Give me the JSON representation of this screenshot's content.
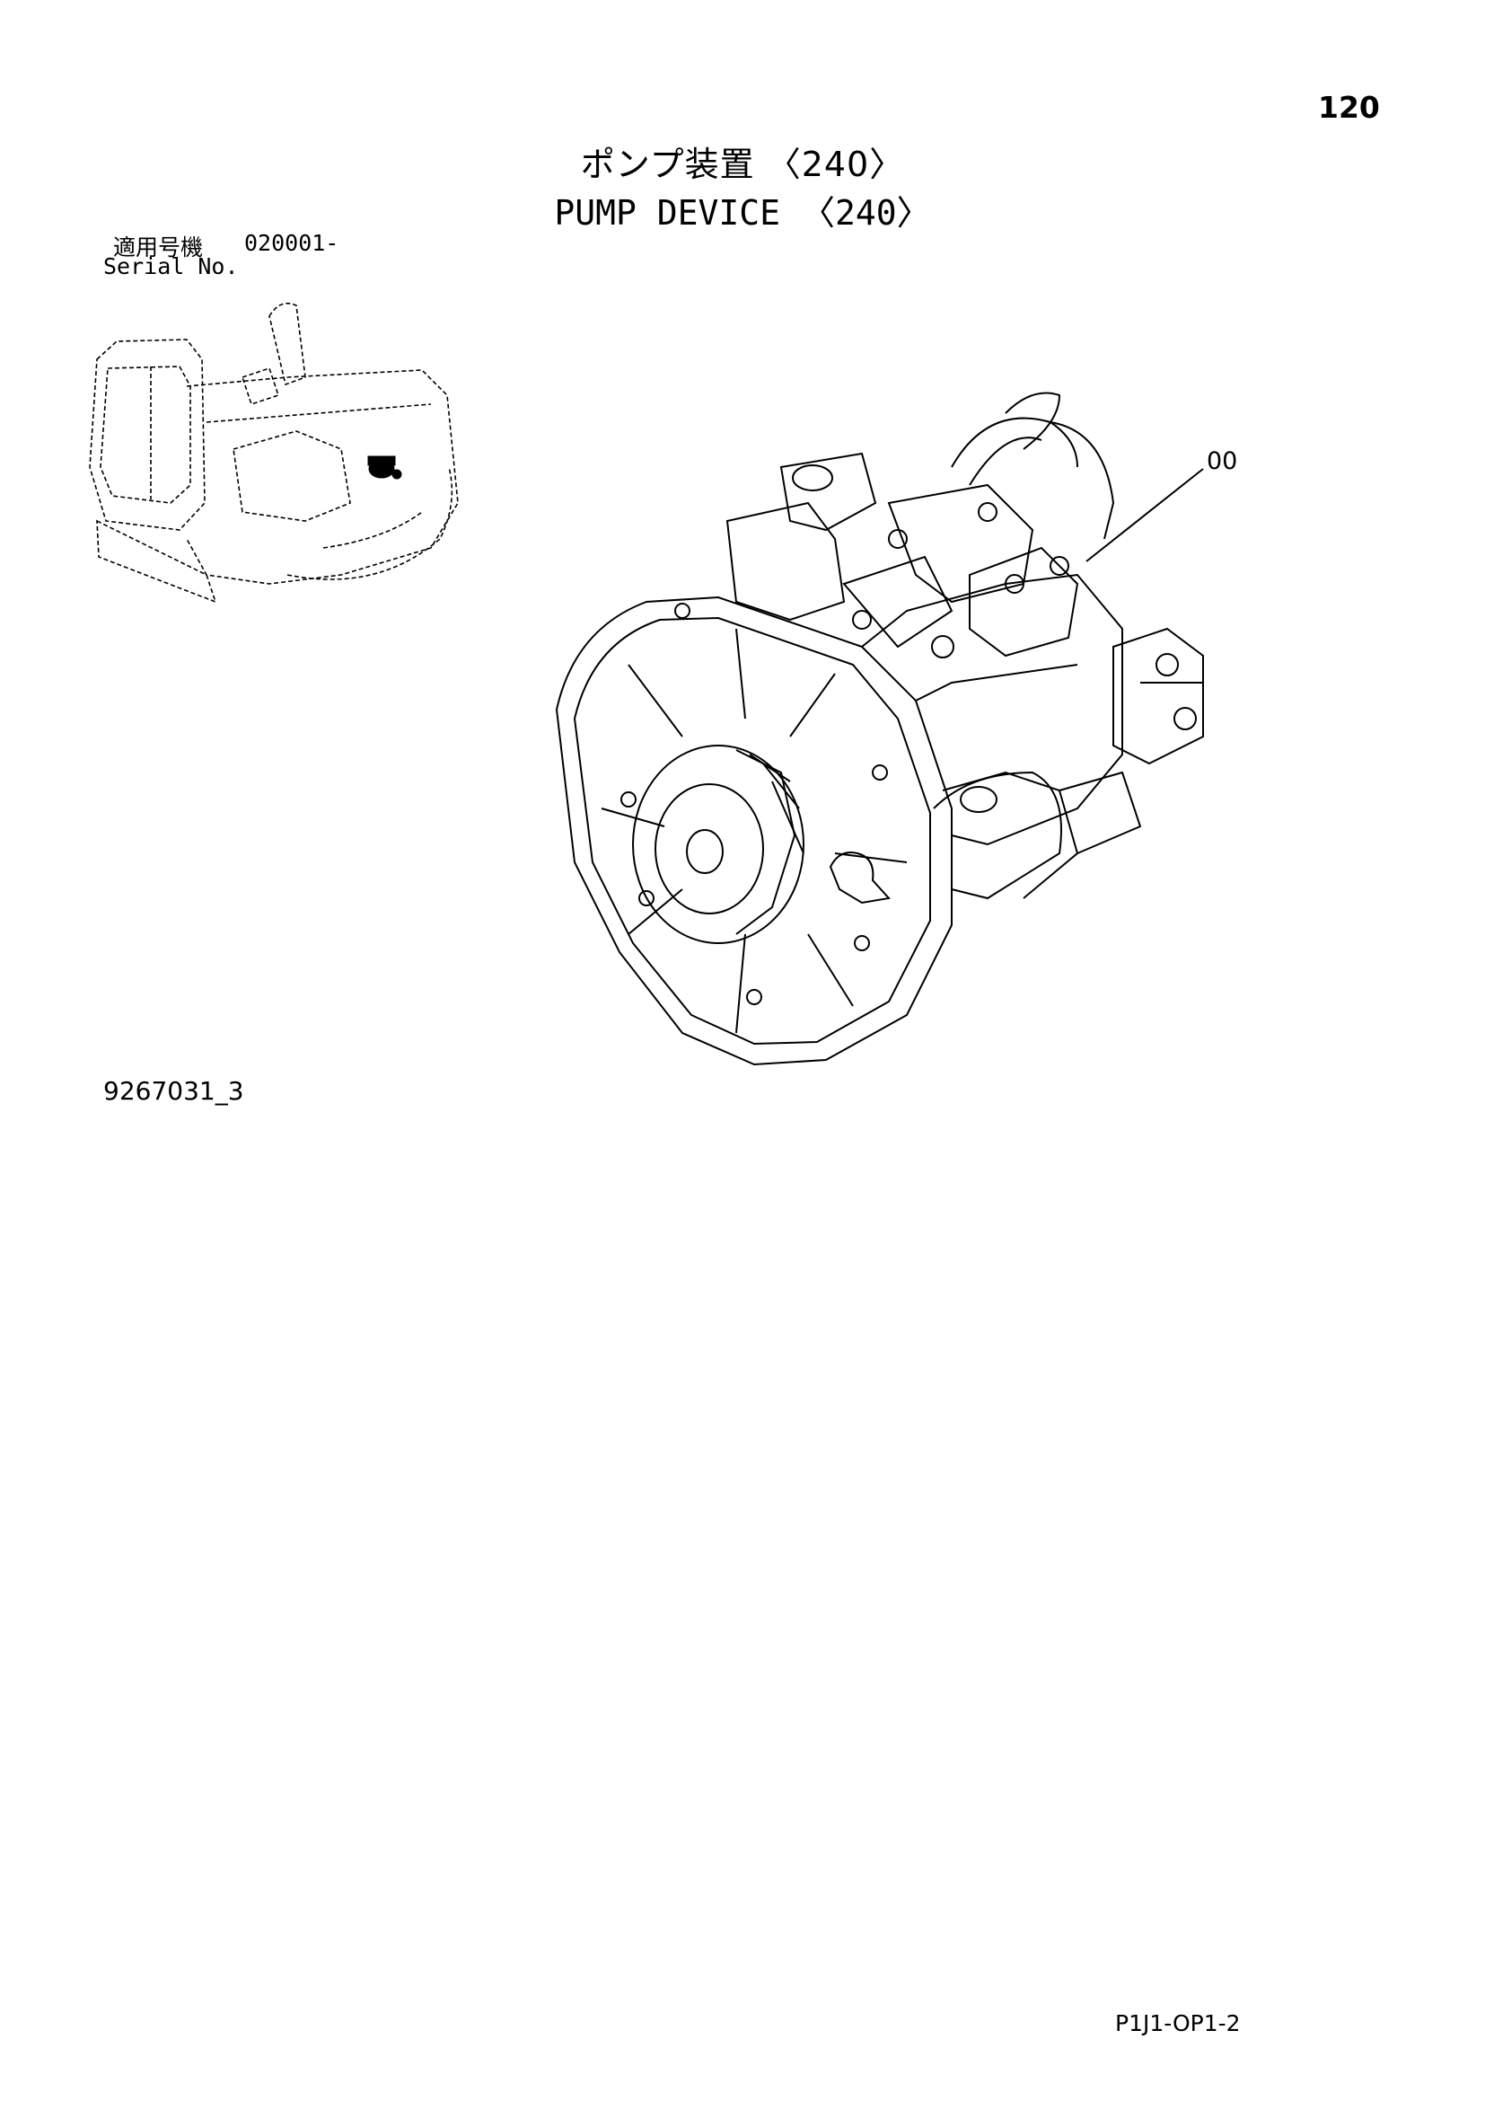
{
  "header": {
    "page_number": "120",
    "title_jp": "ポンプ装置 〈240〉",
    "title_en": "PUMP DEVICE 〈240〉"
  },
  "serial": {
    "label_jp": "適用号機",
    "range": "020001-",
    "label_en": "Serial No."
  },
  "illustration": {
    "callout": "00"
  },
  "footer": {
    "drawing_number": "9267031_3",
    "page_code": "P1J1-OP1-2"
  }
}
